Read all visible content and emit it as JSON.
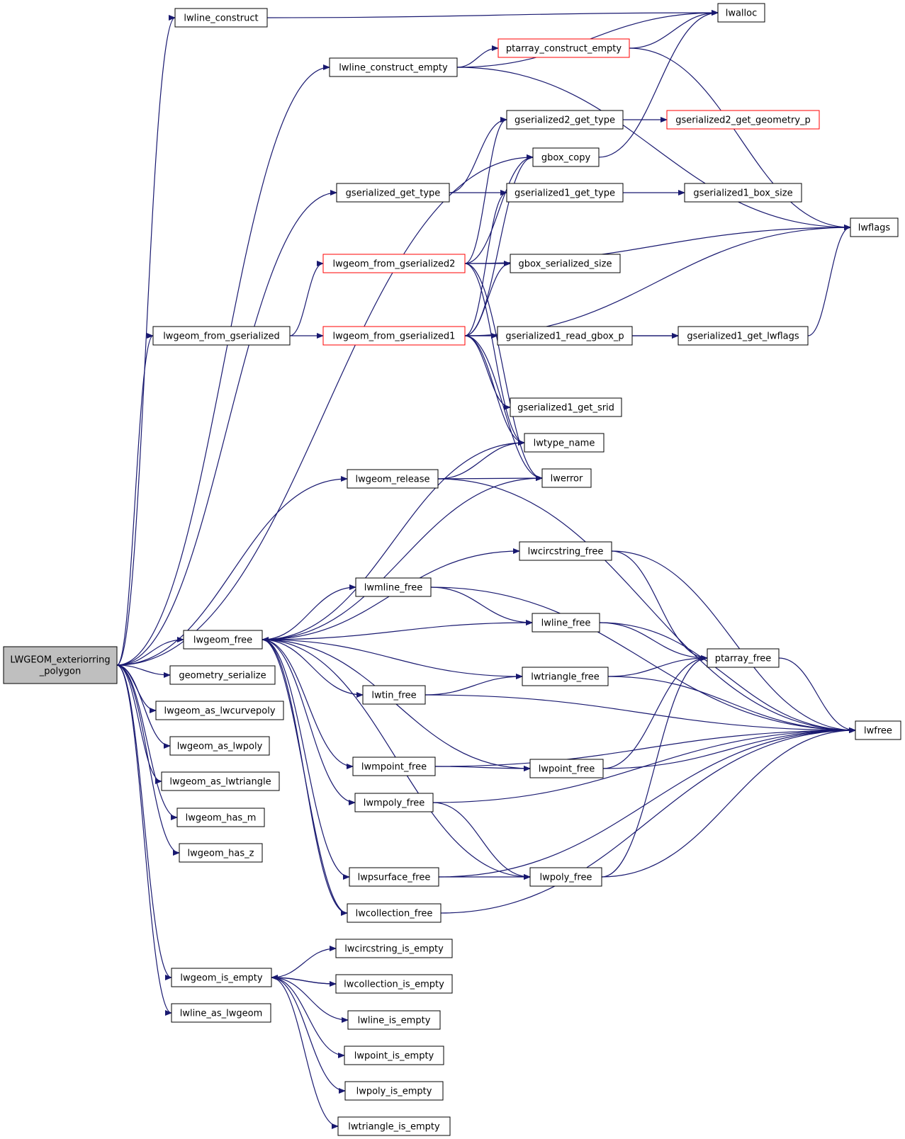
{
  "colors": {
    "edge": "#191970",
    "node_border": "#000000",
    "truncated_border": "#ff0000",
    "root_fill": "#bfbfbf",
    "background": "#ffffff"
  },
  "nodes": [
    {
      "id": "root",
      "label": [
        "LWGEOM_exteriorring",
        "_polygon"
      ],
      "style": "root"
    },
    {
      "id": "lwline_construct",
      "label": [
        "lwline_construct"
      ]
    },
    {
      "id": "lwline_construct_empty",
      "label": [
        "lwline_construct_empty"
      ]
    },
    {
      "id": "gbox_copy",
      "label": [
        "gbox_copy"
      ]
    },
    {
      "id": "gserialized_get_type",
      "label": [
        "gserialized_get_type"
      ]
    },
    {
      "id": "lwgeom_from_gserialized",
      "label": [
        "lwgeom_from_gserialized"
      ]
    },
    {
      "id": "lwgeom_release",
      "label": [
        "lwgeom_release"
      ]
    },
    {
      "id": "lwgeom_free",
      "label": [
        "lwgeom_free"
      ]
    },
    {
      "id": "geometry_serialize",
      "label": [
        "geometry_serialize"
      ]
    },
    {
      "id": "lwgeom_as_lwcurvepoly",
      "label": [
        "lwgeom_as_lwcurvepoly"
      ]
    },
    {
      "id": "lwgeom_as_lwpoly",
      "label": [
        "lwgeom_as_lwpoly"
      ]
    },
    {
      "id": "lwgeom_as_lwtriangle",
      "label": [
        "lwgeom_as_lwtriangle"
      ]
    },
    {
      "id": "lwgeom_has_m",
      "label": [
        "lwgeom_has_m"
      ]
    },
    {
      "id": "lwgeom_has_z",
      "label": [
        "lwgeom_has_z"
      ]
    },
    {
      "id": "lwgeom_is_empty",
      "label": [
        "lwgeom_is_empty"
      ]
    },
    {
      "id": "lwline_as_lwgeom",
      "label": [
        "lwline_as_lwgeom"
      ]
    },
    {
      "id": "lwalloc",
      "label": [
        "lwalloc"
      ]
    },
    {
      "id": "ptarray_construct_empty",
      "label": [
        "ptarray_construct_empty"
      ],
      "style": "truncated"
    },
    {
      "id": "lwflags",
      "label": [
        "lwflags"
      ]
    },
    {
      "id": "gserialized2_get_type",
      "label": [
        "gserialized2_get_type"
      ]
    },
    {
      "id": "gserialized2_get_geometry_p",
      "label": [
        "gserialized2_get_geometry_p"
      ],
      "style": "truncated"
    },
    {
      "id": "gserialized1_get_type",
      "label": [
        "gserialized1_get_type"
      ]
    },
    {
      "id": "gserialized1_box_size",
      "label": [
        "gserialized1_box_size"
      ]
    },
    {
      "id": "lwgeom_from_gserialized2",
      "label": [
        "lwgeom_from_gserialized2"
      ],
      "style": "truncated"
    },
    {
      "id": "gbox_serialized_size",
      "label": [
        "gbox_serialized_size"
      ]
    },
    {
      "id": "lwgeom_from_gserialized1",
      "label": [
        "lwgeom_from_gserialized1"
      ],
      "style": "truncated"
    },
    {
      "id": "gserialized1_read_gbox_p",
      "label": [
        "gserialized1_read_gbox_p"
      ]
    },
    {
      "id": "gserialized1_get_lwflags",
      "label": [
        "gserialized1_get_lwflags"
      ]
    },
    {
      "id": "gserialized1_get_srid",
      "label": [
        "gserialized1_get_srid"
      ]
    },
    {
      "id": "lwtype_name",
      "label": [
        "lwtype_name"
      ]
    },
    {
      "id": "lwerror",
      "label": [
        "lwerror"
      ]
    },
    {
      "id": "lwcircstring_free",
      "label": [
        "lwcircstring_free"
      ]
    },
    {
      "id": "lwmline_free",
      "label": [
        "lwmline_free"
      ]
    },
    {
      "id": "lwline_free",
      "label": [
        "lwline_free"
      ]
    },
    {
      "id": "ptarray_free",
      "label": [
        "ptarray_free"
      ]
    },
    {
      "id": "lwtriangle_free",
      "label": [
        "lwtriangle_free"
      ]
    },
    {
      "id": "lwtin_free",
      "label": [
        "lwtin_free"
      ]
    },
    {
      "id": "lwfree",
      "label": [
        "lwfree"
      ]
    },
    {
      "id": "lwmpoint_free",
      "label": [
        "lwmpoint_free"
      ]
    },
    {
      "id": "lwpoint_free",
      "label": [
        "lwpoint_free"
      ]
    },
    {
      "id": "lwmpoly_free",
      "label": [
        "lwmpoly_free"
      ]
    },
    {
      "id": "lwpoly_free",
      "label": [
        "lwpoly_free"
      ]
    },
    {
      "id": "lwpsurface_free",
      "label": [
        "lwpsurface_free"
      ]
    },
    {
      "id": "lwcollection_free",
      "label": [
        "lwcollection_free"
      ]
    },
    {
      "id": "lwcircstring_is_empty",
      "label": [
        "lwcircstring_is_empty"
      ]
    },
    {
      "id": "lwcollection_is_empty",
      "label": [
        "lwcollection_is_empty"
      ]
    },
    {
      "id": "lwline_is_empty",
      "label": [
        "lwline_is_empty"
      ]
    },
    {
      "id": "lwpoint_is_empty",
      "label": [
        "lwpoint_is_empty"
      ]
    },
    {
      "id": "lwpoly_is_empty",
      "label": [
        "lwpoly_is_empty"
      ]
    },
    {
      "id": "lwtriangle_is_empty",
      "label": [
        "lwtriangle_is_empty"
      ]
    }
  ],
  "edges": [
    [
      "root",
      "lwline_construct"
    ],
    [
      "root",
      "lwline_construct_empty"
    ],
    [
      "root",
      "gbox_copy"
    ],
    [
      "root",
      "gserialized_get_type"
    ],
    [
      "root",
      "lwgeom_from_gserialized"
    ],
    [
      "root",
      "lwgeom_release"
    ],
    [
      "root",
      "lwgeom_free"
    ],
    [
      "root",
      "geometry_serialize"
    ],
    [
      "root",
      "lwgeom_as_lwcurvepoly"
    ],
    [
      "root",
      "lwgeom_as_lwpoly"
    ],
    [
      "root",
      "lwgeom_as_lwtriangle"
    ],
    [
      "root",
      "lwgeom_has_m"
    ],
    [
      "root",
      "lwgeom_has_z"
    ],
    [
      "root",
      "lwgeom_is_empty"
    ],
    [
      "root",
      "lwline_as_lwgeom"
    ],
    [
      "lwline_construct",
      "lwalloc"
    ],
    [
      "lwline_construct_empty",
      "lwalloc"
    ],
    [
      "lwline_construct_empty",
      "ptarray_construct_empty"
    ],
    [
      "lwline_construct_empty",
      "lwflags"
    ],
    [
      "ptarray_construct_empty",
      "lwalloc"
    ],
    [
      "ptarray_construct_empty",
      "lwflags"
    ],
    [
      "gbox_copy",
      "lwalloc"
    ],
    [
      "gserialized_get_type",
      "gserialized2_get_type"
    ],
    [
      "gserialized_get_type",
      "gserialized1_get_type"
    ],
    [
      "gserialized2_get_type",
      "gserialized2_get_geometry_p"
    ],
    [
      "gserialized1_get_type",
      "gserialized1_box_size"
    ],
    [
      "lwgeom_from_gserialized",
      "lwgeom_from_gserialized2"
    ],
    [
      "lwgeom_from_gserialized",
      "lwgeom_from_gserialized1"
    ],
    [
      "lwgeom_from_gserialized2",
      "gserialized2_get_type"
    ],
    [
      "lwgeom_from_gserialized2",
      "gbox_copy"
    ],
    [
      "lwgeom_from_gserialized2",
      "lwflags"
    ],
    [
      "lwgeom_from_gserialized2",
      "gbox_serialized_size"
    ],
    [
      "lwgeom_from_gserialized2",
      "lwtype_name"
    ],
    [
      "lwgeom_from_gserialized2",
      "lwerror"
    ],
    [
      "lwgeom_from_gserialized1",
      "gserialized1_get_type"
    ],
    [
      "lwgeom_from_gserialized1",
      "gbox_copy"
    ],
    [
      "lwgeom_from_gserialized1",
      "gbox_serialized_size"
    ],
    [
      "lwgeom_from_gserialized1",
      "lwflags"
    ],
    [
      "lwgeom_from_gserialized1",
      "gserialized1_read_gbox_p"
    ],
    [
      "lwgeom_from_gserialized1",
      "gserialized1_get_lwflags"
    ],
    [
      "lwgeom_from_gserialized1",
      "gserialized1_get_srid"
    ],
    [
      "lwgeom_from_gserialized1",
      "lwtype_name"
    ],
    [
      "lwgeom_from_gserialized1",
      "lwerror"
    ],
    [
      "gserialized1_read_gbox_p",
      "gserialized1_get_lwflags"
    ],
    [
      "gserialized1_get_lwflags",
      "lwflags"
    ],
    [
      "lwgeom_release",
      "lwtype_name"
    ],
    [
      "lwgeom_release",
      "lwerror"
    ],
    [
      "lwgeom_release",
      "lwfree"
    ],
    [
      "lwgeom_free",
      "lwtype_name"
    ],
    [
      "lwgeom_free",
      "lwerror"
    ],
    [
      "lwgeom_free",
      "lwcircstring_free"
    ],
    [
      "lwgeom_free",
      "lwmline_free"
    ],
    [
      "lwgeom_free",
      "lwline_free"
    ],
    [
      "lwgeom_free",
      "lwtriangle_free"
    ],
    [
      "lwgeom_free",
      "lwtin_free"
    ],
    [
      "lwgeom_free",
      "lwpoint_free"
    ],
    [
      "lwgeom_free",
      "lwmpoint_free"
    ],
    [
      "lwgeom_free",
      "lwmpoly_free"
    ],
    [
      "lwgeom_free",
      "lwpoly_free"
    ],
    [
      "lwgeom_free",
      "lwpsurface_free"
    ],
    [
      "lwgeom_free",
      "lwcollection_free"
    ],
    [
      "lwcircstring_free",
      "ptarray_free"
    ],
    [
      "lwcircstring_free",
      "lwfree"
    ],
    [
      "lwmline_free",
      "lwline_free"
    ],
    [
      "lwmline_free",
      "lwfree"
    ],
    [
      "lwline_free",
      "ptarray_free"
    ],
    [
      "lwline_free",
      "lwfree"
    ],
    [
      "lwtriangle_free",
      "ptarray_free"
    ],
    [
      "lwtriangle_free",
      "lwfree"
    ],
    [
      "lwtin_free",
      "lwtriangle_free"
    ],
    [
      "lwtin_free",
      "lwfree"
    ],
    [
      "ptarray_free",
      "lwfree"
    ],
    [
      "lwpoint_free",
      "ptarray_free"
    ],
    [
      "lwpoint_free",
      "lwfree"
    ],
    [
      "lwmpoint_free",
      "lwpoint_free"
    ],
    [
      "lwmpoint_free",
      "lwfree"
    ],
    [
      "lwmpoly_free",
      "lwpoly_free"
    ],
    [
      "lwmpoly_free",
      "lwfree"
    ],
    [
      "lwpoly_free",
      "ptarray_free"
    ],
    [
      "lwpoly_free",
      "lwfree"
    ],
    [
      "lwpsurface_free",
      "lwpoly_free"
    ],
    [
      "lwpsurface_free",
      "lwfree"
    ],
    [
      "lwcollection_free",
      "lwgeom_free"
    ],
    [
      "lwcollection_free",
      "lwfree"
    ],
    [
      "lwgeom_is_empty",
      "lwcircstring_is_empty"
    ],
    [
      "lwgeom_is_empty",
      "lwcollection_is_empty"
    ],
    [
      "lwgeom_is_empty",
      "lwline_is_empty"
    ],
    [
      "lwgeom_is_empty",
      "lwpoint_is_empty"
    ],
    [
      "lwgeom_is_empty",
      "lwpoly_is_empty"
    ],
    [
      "lwgeom_is_empty",
      "lwtriangle_is_empty"
    ],
    [
      "lwcollection_is_empty",
      "lwgeom_is_empty"
    ]
  ]
}
